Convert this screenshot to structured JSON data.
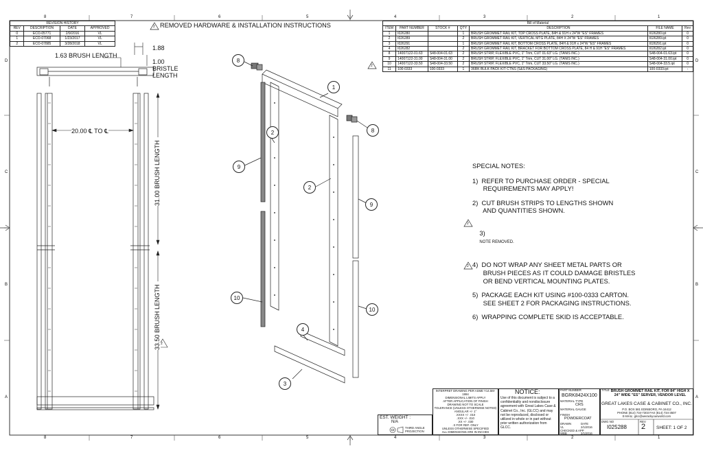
{
  "zones": {
    "columns_top": [
      "8",
      "7",
      "6",
      "5",
      "4",
      "3",
      "2",
      "1"
    ],
    "columns_bottom": [
      "8",
      "7",
      "6",
      "5",
      "4",
      "3",
      "2",
      "1"
    ],
    "rows_left": [
      "D",
      "C",
      "B",
      "A"
    ],
    "rows_right": [
      "D",
      "C",
      "B",
      "A"
    ]
  },
  "revision_history": {
    "title": "REVISION HISTORY",
    "headers": [
      "REV",
      "DESCRIPTION",
      "DATE",
      "APPROVED"
    ],
    "rows": [
      [
        "0",
        "ECO-05771",
        "2/9/2016",
        "VL"
      ],
      [
        "1",
        "ECO-07068",
        "1/23/2017",
        "VL"
      ],
      [
        "2",
        "ECO-07885",
        "3/28/2018",
        "VL"
      ]
    ]
  },
  "header_note": {
    "flag": "2",
    "text": "REMOVED HARDWARE & INSTALLATION INSTRUCTIONS"
  },
  "bom": {
    "title": "Bill of Material",
    "flag": "2",
    "headers": [
      "ITEM",
      "PART NUMBER",
      "STOCK #",
      "QTY",
      "DESCRIPTION",
      "FILE NAME",
      "Rev"
    ],
    "rows": [
      [
        "1",
        "I026280",
        "",
        "1",
        "BRUSH GROMMET RAIL KIT, TOP CROSS PLATE, 84H & 91H x 24\"W \"ES\" FRAMES",
        "I026280.ipt",
        "0"
      ],
      [
        "2",
        "I026289",
        "",
        "2",
        "BRUSH GROMMET RAIL KIT, VERTICAL MTG PLATE, 84H X 24\"W \"ES\" FRAMES",
        "I026289.ipt",
        "0"
      ],
      [
        "3",
        "I026291",
        "",
        "1",
        "BRUSH GROMMET RAIL KIT, BOTTOM CROSS PLATE, 84H & 91H x 24\"W \"ES\" FRAMES",
        "I026291.ipt",
        "0"
      ],
      [
        "4",
        "I026282",
        "",
        "2",
        "BRUSH GROMMET RAIL KIT, BRACKET FOR BOTTOM CROSS PLATE, 84 H & 91H \"ES\" FRAMES",
        "I026282.ipt",
        "0"
      ],
      [
        "8",
        "14007122-01.63",
        "S48-004-01.63",
        "2",
        "BRUSH STRIP, FLEXIBLE PVC, 1\" Trim, CUT 01.63\" LG. (TANIS INC.)",
        "S48-004-01.63.ipt",
        "0"
      ],
      [
        "9",
        "14007122-31.00",
        "S48-004-31.00",
        "2",
        "BRUSH STRIP, FLEXIBLE PVC, 1\" Trim, CUT 31.00\" LG. (TANIS INC.)",
        "S48-004-31.00.ipt",
        "0"
      ],
      [
        "10",
        "14007122-33.50",
        "S48-004-33.50",
        "2",
        "BRUSH STRIP, FLEXIBLE PVC, 1\" Trim, CUT 33.50\" LG. (TANIS INC.)",
        "S48-004-33.5.ipt",
        "0"
      ],
      [
        "11",
        "100-0333",
        "100-0333",
        "1",
        "36RK BULK PACK KIT CTNS (S&S PACKAGING)",
        "100-0333.ipt",
        "-"
      ]
    ]
  },
  "left_view": {
    "dim_brush_length": "1.63 BRUSH LENGTH",
    "dim_188": "1.88",
    "dim_100": "1.00",
    "dim_bristle": "BRISTLE",
    "dim_length": "LENGTH",
    "dim_width": "20.00 ℄ TO ℄",
    "dim_31": "31.00 BRUSH LENGTH",
    "dim_3350": "33.50 BRUSH LENGTH",
    "flag": "2"
  },
  "balloons": [
    "8",
    "1",
    "8",
    "2",
    "9",
    "2",
    "9",
    "10",
    "10",
    "4",
    "3"
  ],
  "special_notes": {
    "header": "SPECIAL NOTES:",
    "n1": "1)  REFER TO PURCHASE ORDER - SPECIAL\n      REQUIREMENTS MAY APPLY!",
    "n2": "2)  CUT BRUSH STRIPS TO LENGTHS SHOWN\n      AND QUANTITIES SHOWN.",
    "n3_num": "3)",
    "n3_text": "NOTE REMOVED.",
    "n3_flag": "2",
    "n4": "4)  DO NOT WRAP ANY SHEET METAL PARTS OR\n      BRUSH PIECES AS IT COULD DAMAGE BRISTLES\n      OR BEND VERTICAL MOUNTING PLATES.",
    "n5": "5)  PACKAGE EACH KIT USING #100-0333 CARTON.\n      SEE SHEET 2 FOR PACKAGING INSTRUCTIONS.",
    "n5_flag": "2",
    "n6": "6)  WRAPPING COMPLETE SKID IS ACCEPTABLE."
  },
  "title_block": {
    "est_weight_label": "EST. WEIGHT :",
    "est_weight_value": "N/A",
    "projection": "THIRD ANGLE\nPROJECTION",
    "tol_lines": [
      "INTERPRET DRAWING PER ASME Y14.5M-1994",
      "DIMENSIONAL LIMITS APPLY",
      "AFTER APPLICATION OF FINISH",
      "DRAWING NOT TO SCALE",
      "TOLERANCE (UNLESS OTHERWISE NOTED)",
      "ANGULAR +/- 1°",
      ".XXXX +/- .010",
      ".XXX +/- .010",
      ".XX +/- .030",
      ".X FOR REF. ONLY",
      "UNLESS OTHERWISE SPECIFIED",
      "ALL DIMENSIONS ARE IN INCHES"
    ],
    "notice_title": "NOTICE:",
    "notice_text": "Use of this document is subject to a confidentiality and nondisclosure agreement with Great Lakes Case & Cabinet Co., Inc. (GLCC) and may not be reproduced, disclosed or utilized in whole or in part without prior written authorization from GLCC.",
    "part_number_label": "PART NUMBER",
    "part_number": "BGRK8424X100",
    "material_type_label": "MATERIAL TYPE",
    "material_type": "CRS",
    "material_gauge_label": "MATERIAL GAUGE",
    "material_gauge": "",
    "finish_label": "FINISH",
    "finish": "POWDERCOAT",
    "drawn_label": "DRAWN",
    "drawn": "VL",
    "drawn_date": "2/1/2016",
    "checked_label": "CHECKED & APP",
    "checked": "WBB",
    "checked_date": "2/1/2016",
    "date_label": "DATE",
    "title_label": "TITLE",
    "title": "BRUSH GROMMET RAIL KIT, FOR 84\" HIGH X 24\" WIDE \"ES\" SERVER, VENDOR LEVEL",
    "company": "GREAT LAKES CASE & CABINET CO., INC.",
    "address1": "P.O. BOX 581 EDINBORO, PA 16412",
    "address2": "PHONE (814) 734-7303  FAX (814) 734-3507",
    "address3": "E-MAIL: glcc@werackyourworld.com",
    "dwg_no_label": "DWG NO",
    "dwg_no": "I025288",
    "rev_label": "REV",
    "rev": "2",
    "sheet_text": "SHEET: 1  OF  2"
  }
}
